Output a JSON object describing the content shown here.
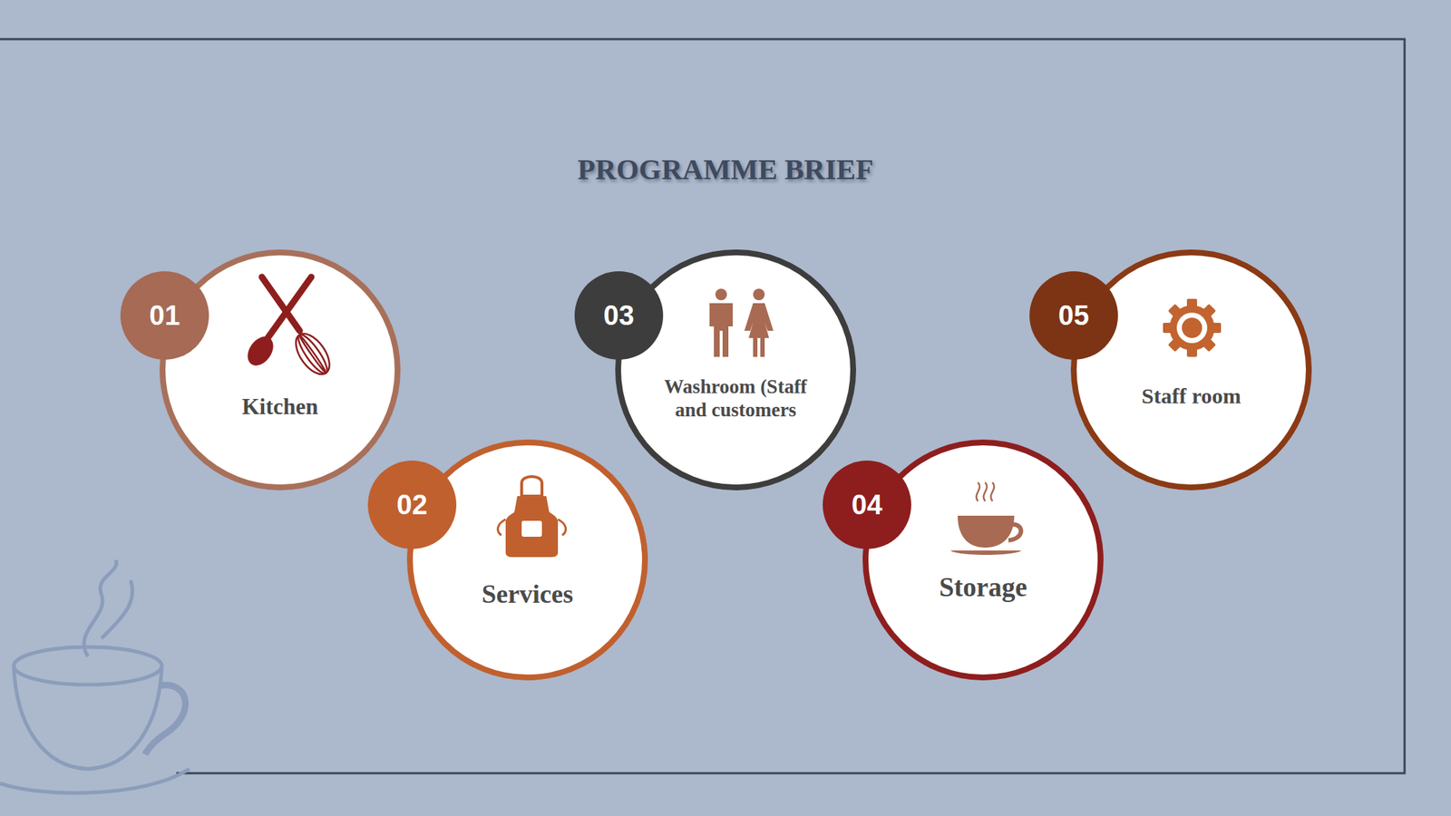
{
  "diagram": {
    "title": "PROGRAMME BRIEF",
    "nodes": [
      {
        "text": [
          "Kitchen"
        ]
      },
      {
        "text": [
          "Services"
        ]
      },
      {
        "text": [
          "Washroom (Staff and customers"
        ]
      },
      {
        "text": [
          "Storage"
        ]
      },
      {
        "text": [
          "Staff room"
        ]
      }
    ],
    "labels": [
      "01",
      "02",
      "03",
      "04",
      "05"
    ]
  }
}
